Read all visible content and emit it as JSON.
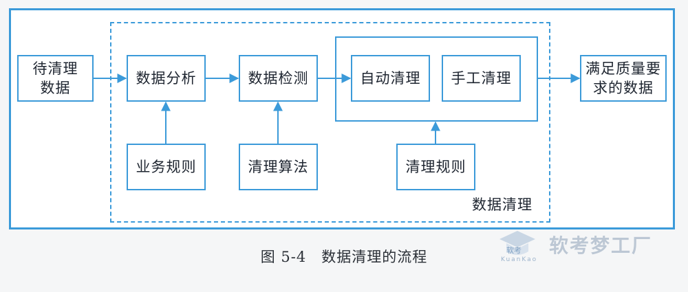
{
  "boxes": {
    "input": "待清理\n数据",
    "analysis": "数据分析",
    "detection": "数据检测",
    "auto_clean": "自动清理",
    "manual_clean": "手工清理",
    "output": "满足质量要\n求的数据",
    "business_rules": "业务规则",
    "clean_algorithm": "清理算法",
    "clean_rules": "清理规则"
  },
  "region_label": "数据清理",
  "caption": "图 5-4　数据清理的流程",
  "watermark": {
    "title": "软考梦工厂",
    "logo_text": "软考",
    "sub": "KuanKao"
  },
  "colors": {
    "accent": "#3b9ad9",
    "text": "#1e2530",
    "background": "#f5f6f7"
  }
}
